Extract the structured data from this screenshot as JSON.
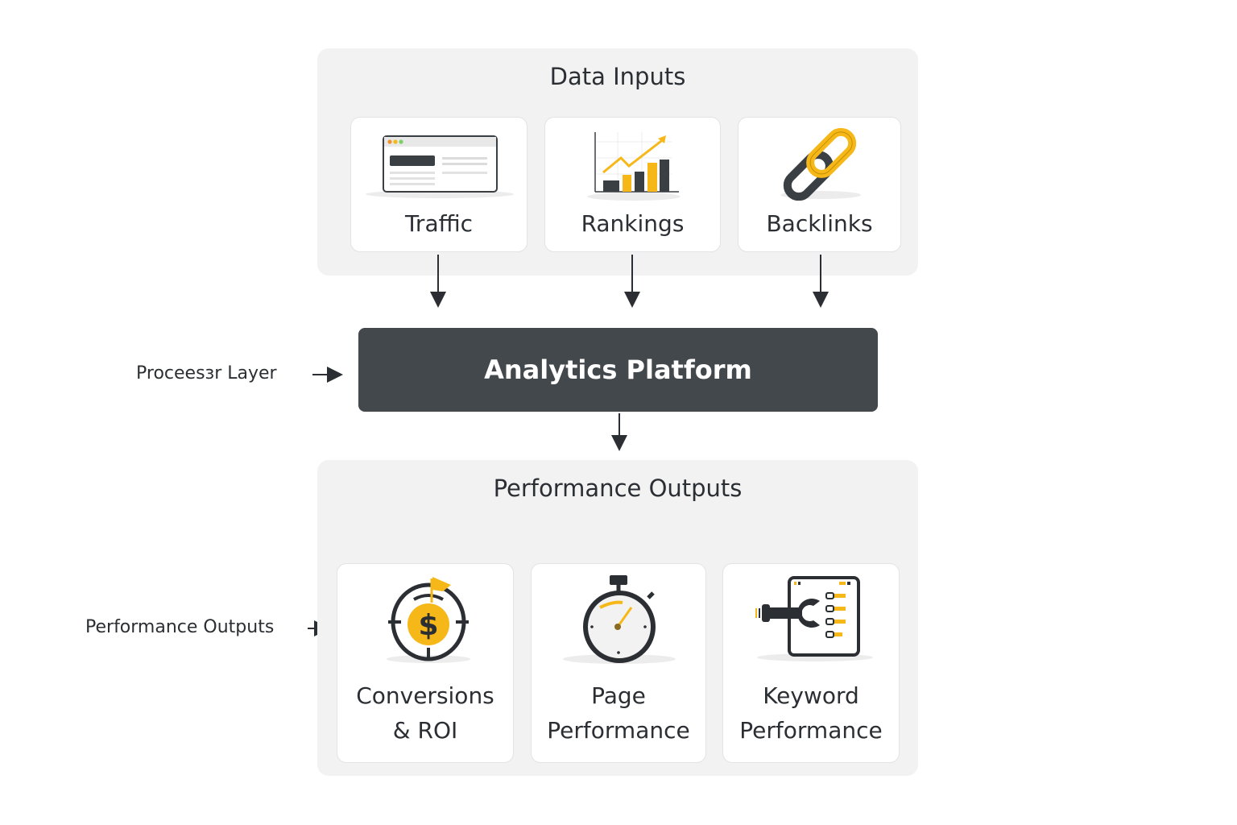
{
  "inputs": {
    "title": "Data Inputs",
    "cards": [
      {
        "label": "Traffic",
        "icon": "browser-window-icon"
      },
      {
        "label": "Rankings",
        "icon": "bar-chart-trend-icon"
      },
      {
        "label": "Backlinks",
        "icon": "chain-link-icon"
      }
    ]
  },
  "processor": {
    "side_label": "Proceesзr Layer",
    "title": "Analytics Platform"
  },
  "outputs": {
    "title": "Performance Outputs",
    "side_label": "Performance Outputs",
    "cards": [
      {
        "label_line1": "Conversions",
        "label_line2": "& ROI",
        "icon": "dollar-target-icon"
      },
      {
        "label_line1": "Page",
        "label_line2": "Performance",
        "icon": "stopwatch-icon"
      },
      {
        "label_line1": "Keyword",
        "label_line2": "Performance",
        "icon": "wrench-checklist-icon"
      }
    ]
  },
  "colors": {
    "accent": "#f5b818",
    "dark": "#2b2f33",
    "platform": "#43484d",
    "panel": "#f2f2f3"
  }
}
